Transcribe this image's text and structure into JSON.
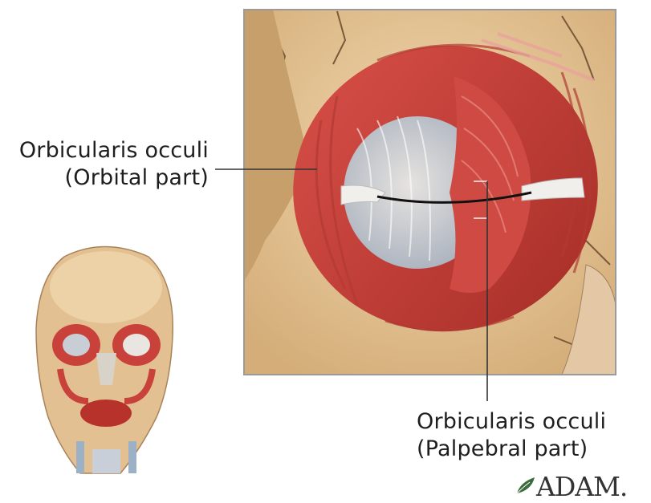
{
  "labels": {
    "orbital": {
      "line1": "Orbicularis occuli",
      "line2": "(Orbital part)"
    },
    "palpebral": {
      "line1": "Orbicularis occuli",
      "line2": "(Palpebral part)"
    }
  },
  "logo": {
    "text": "ADAM."
  },
  "colors": {
    "muscle": "#c8413a",
    "muscle_dark": "#a52c27",
    "bone": "#e8c79a",
    "bone_dark": "#c79f6b",
    "sclera": "#c9ced6",
    "leader_line": "#333333",
    "frame": "#9a9a9a",
    "logo_leaf": "#3d6b3d"
  }
}
